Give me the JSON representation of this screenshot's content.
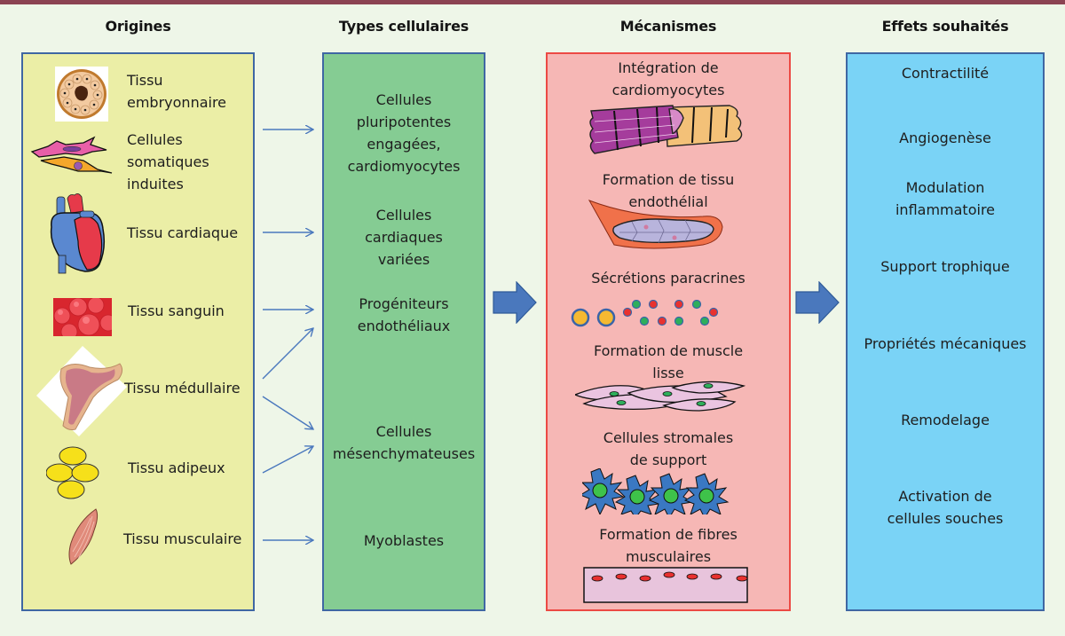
{
  "colors": {
    "top_bar": "#8b4352",
    "background": "#eef6e8",
    "origins_fill": "#ebeea6",
    "types_fill": "#85cc93",
    "mechanisms_fill": "#f6b7b5",
    "mechanisms_border": "#ec4a44",
    "effects_fill": "#7ad3f6",
    "box_border": "#3f67a3",
    "arrow": "#4a78bd"
  },
  "columns": {
    "origins": "Origines",
    "types": "Types cellulaires",
    "mechanisms": "Mécanismes",
    "effects": "Effets souhaités"
  },
  "origins": [
    {
      "label_lines": [
        "Tissu",
        "embryonnaire"
      ],
      "icon": "embryo-tissue-icon"
    },
    {
      "label_lines": [
        "Cellules",
        "somatiques",
        "induites"
      ],
      "icon": "somatic-cells-icon"
    },
    {
      "label_lines": [
        "Tissu cardiaque"
      ],
      "icon": "heart-icon"
    },
    {
      "label_lines": [
        "Tissu sanguin"
      ],
      "icon": "blood-cells-icon"
    },
    {
      "label_lines": [
        "Tissu médullaire"
      ],
      "icon": "bone-marrow-icon"
    },
    {
      "label_lines": [
        "Tissu adipeux"
      ],
      "icon": "fat-cells-icon"
    },
    {
      "label_lines": [
        "Tissu musculaire"
      ],
      "icon": "muscle-icon"
    }
  ],
  "cell_types": [
    {
      "label_lines": [
        "Cellules",
        "pluripotentes",
        "engagées,",
        "cardiomyocytes"
      ]
    },
    {
      "label_lines": [
        "Cellules",
        "cardiaques",
        "variées"
      ]
    },
    {
      "label_lines": [
        "Progéniteurs",
        "endothéliaux"
      ]
    },
    {
      "label_lines": [
        "Cellules",
        "mésenchymateuses"
      ]
    },
    {
      "label_lines": [
        "Myoblastes"
      ]
    }
  ],
  "mechanisms": [
    {
      "label_lines": [
        "Intégration de",
        "cardiomyocytes"
      ],
      "icon": "cardiomyocytes-icon"
    },
    {
      "label_lines": [
        "Formation de tissu",
        "endothélial"
      ],
      "icon": "blood-vessel-icon"
    },
    {
      "label_lines": [
        "Sécrétions paracrines"
      ],
      "icon": "paracrine-secretion-icon"
    },
    {
      "label_lines": [
        "Formation de muscle",
        "lisse"
      ],
      "icon": "smooth-muscle-icon"
    },
    {
      "label_lines": [
        "Cellules stromales",
        "de support"
      ],
      "icon": "stromal-cells-icon"
    },
    {
      "label_lines": [
        "Formation de fibres",
        "musculaires"
      ],
      "icon": "muscle-fiber-icon"
    }
  ],
  "effects": [
    {
      "label_lines": [
        "Contractilité"
      ]
    },
    {
      "label_lines": [
        "Angiogenèse"
      ]
    },
    {
      "label_lines": [
        "Modulation",
        "inflammatoire"
      ]
    },
    {
      "label_lines": [
        "Support trophique"
      ]
    },
    {
      "label_lines": [
        "Propriétés mécaniques"
      ]
    },
    {
      "label_lines": [
        "Remodelage"
      ]
    },
    {
      "label_lines": [
        "Activation de",
        "cellules souches"
      ]
    }
  ],
  "connections": [
    {
      "from": "Tissu embryonnaire / Cellules somatiques induites",
      "to": "Cellules pluripotentes engagées, cardiomyocytes"
    },
    {
      "from": "Tissu cardiaque",
      "to": "Cellules cardiaques variées"
    },
    {
      "from": "Tissu sanguin",
      "to": "Progéniteurs endothéliaux"
    },
    {
      "from": "Tissu médullaire",
      "to": "Progéniteurs endothéliaux"
    },
    {
      "from": "Tissu médullaire",
      "to": "Cellules mésenchymateuses"
    },
    {
      "from": "Tissu adipeux",
      "to": "Cellules mésenchymateuses"
    },
    {
      "from": "Tissu musculaire",
      "to": "Myoblastes"
    },
    {
      "from": "Types cellulaires",
      "to": "Mécanismes"
    },
    {
      "from": "Mécanismes",
      "to": "Effets souhaités"
    }
  ]
}
